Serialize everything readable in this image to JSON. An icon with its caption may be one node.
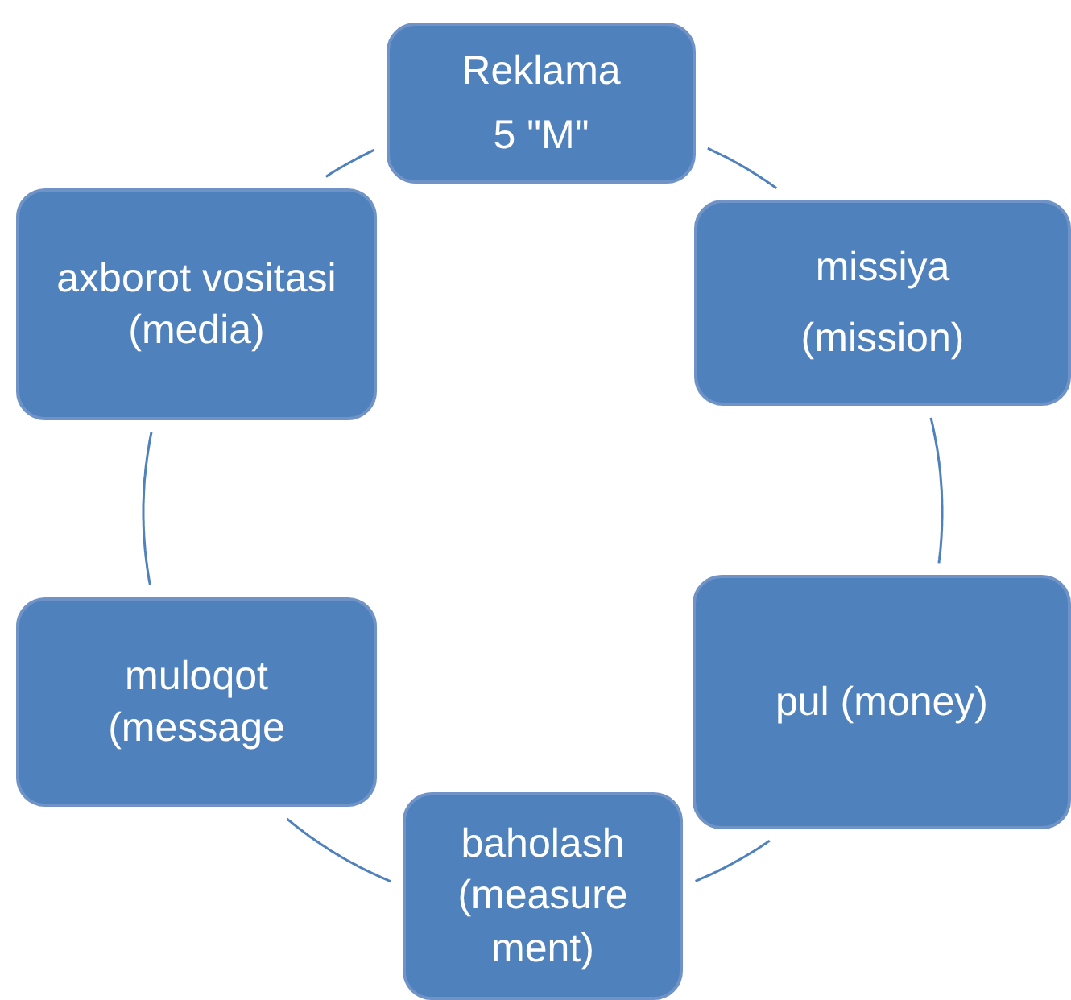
{
  "diagram": {
    "nodes": [
      {
        "text": [
          "Reklama",
          "5 \"M\""
        ]
      },
      {
        "text": [
          "missiya",
          "(mission)"
        ]
      },
      {
        "text": [
          "pul (money)"
        ]
      },
      {
        "text": [
          "baholash (measure ment)"
        ]
      },
      {
        "text": [
          "muloqot (message"
        ]
      },
      {
        "text": [
          "axborot vositasi (media)"
        ]
      }
    ],
    "edges": [
      {
        "from": 0,
        "to": 1,
        "arrow": "none"
      },
      {
        "from": 1,
        "to": 2,
        "arrow": "none"
      },
      {
        "from": 2,
        "to": 3,
        "arrow": "none"
      },
      {
        "from": 3,
        "to": 4,
        "arrow": "none"
      },
      {
        "from": 4,
        "to": 5,
        "arrow": "none"
      },
      {
        "from": 5,
        "to": 0,
        "arrow": "none"
      }
    ]
  }
}
